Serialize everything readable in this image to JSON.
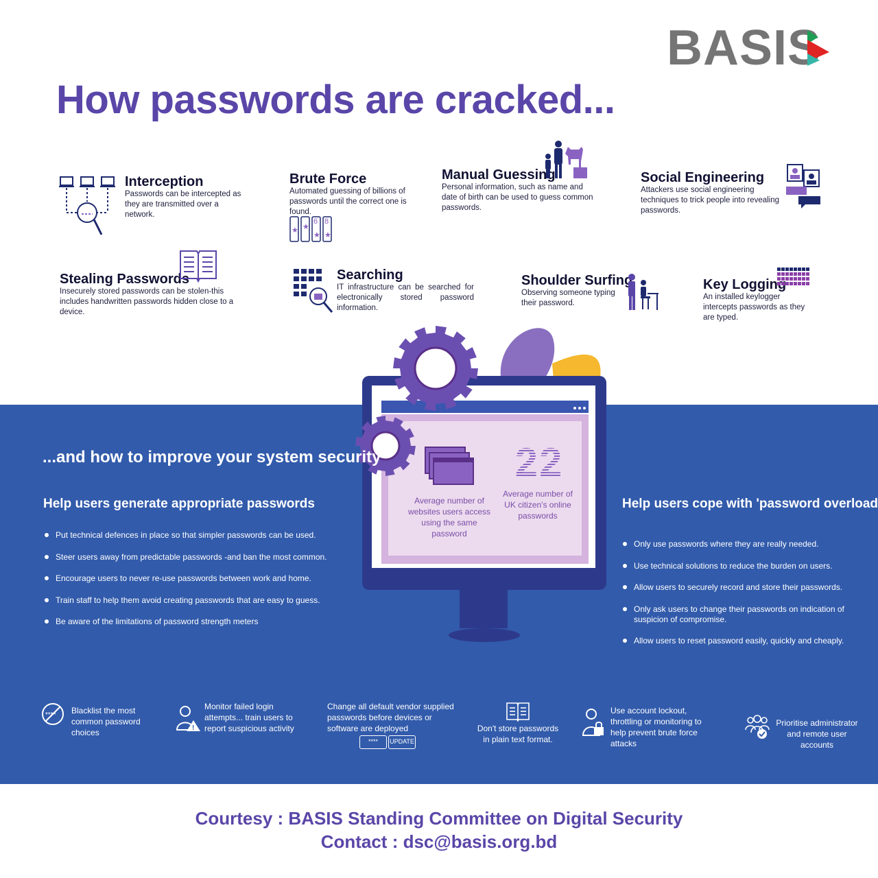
{
  "logo": {
    "text": "BASIS"
  },
  "title": "How passwords are cracked...",
  "methods": [
    {
      "title": "Interception",
      "desc": "Passwords can be intercepted as they are transmitted over a network.",
      "icon": "network-magnifier-icon"
    },
    {
      "title": "Brute Force",
      "desc": "Automated guessing of billions of passwords until the correct one is found.",
      "icon": "slot-cards-icon"
    },
    {
      "title": "Manual Guessing",
      "desc": "Personal information, such as name and date of birth can be used to guess common passwords.",
      "icon": "family-icon"
    },
    {
      "title": "Social Engineering",
      "desc": "Attackers use social engineering techniques to trick people into revealing passwords.",
      "icon": "chat-profiles-icon"
    },
    {
      "title": "Stealing Passwords",
      "desc": "Insecurely stored passwords can be stolen-this includes handwritten passwords hidden close to a device.",
      "icon": "open-book-icon"
    },
    {
      "title": "Searching",
      "desc": "IT infrastructure can be searched for electronically stored password information.",
      "icon": "grid-search-icon"
    },
    {
      "title": "Shoulder Surfing",
      "desc": "Observing someone typing their password.",
      "icon": "person-watching-icon"
    },
    {
      "title": "Key Logging",
      "desc": "An installed keylogger intercepts passwords as they are typed.",
      "icon": "keyboard-icon"
    }
  ],
  "improve": {
    "subtitle": "...and how to improve your system security",
    "left": {
      "heading": "Help users generate appropriate passwords",
      "items": [
        "Put technical defences in place so that simpler passwords can be used.",
        "Steer users away from predictable passwords -and ban the most common.",
        "Encourage users to never re-use passwords between work and home.",
        "Train staff to help them avoid creating passwords that are easy to guess.",
        "Be aware of the limitations of password strength meters"
      ]
    },
    "right": {
      "heading": "Help users cope with 'password overload\"",
      "items": [
        "Only use passwords where they are really needed.",
        "Use technical solutions to reduce the burden on users.",
        "Allow users to securely record and store their passwords.",
        "Only ask users to change their passwords on indication of suspicion of compromise.",
        "Allow users to reset password easily, quickly and cheaply."
      ]
    }
  },
  "monitor": {
    "stat1_label": "Average number of websites users access using the same password",
    "stat2_value": "22",
    "stat2_label": "Average number of UK citizen's online passwords"
  },
  "tips": [
    {
      "text": "Blacklist the most common password choices",
      "icon": "blocked-password-icon"
    },
    {
      "text": "Monitor failed login attempts... train users to report suspicious activity",
      "icon": "user-warning-icon"
    },
    {
      "text": "Change all default vendor supplied passwords before devices or software are deployed",
      "icon": "password-update-icon",
      "field": "****",
      "button": "UPDATE"
    },
    {
      "text": "Don't store passwords in plain text format.",
      "icon": "book-icon"
    },
    {
      "text": "Use account lockout, throttling or monitoring to help prevent brute force attacks",
      "icon": "user-lock-icon"
    },
    {
      "text": "Prioritise administrator and remote user accounts",
      "icon": "user-group-check-icon"
    }
  ],
  "footer": {
    "courtesy": "Courtesy : BASIS Standing Committee on Digital Security",
    "contact": "Contact : dsc@basis.org.bd"
  },
  "colors": {
    "purple": "#5a46a8",
    "blue": "#325bab",
    "gray": "#757575",
    "navy": "#1e2a6e"
  }
}
